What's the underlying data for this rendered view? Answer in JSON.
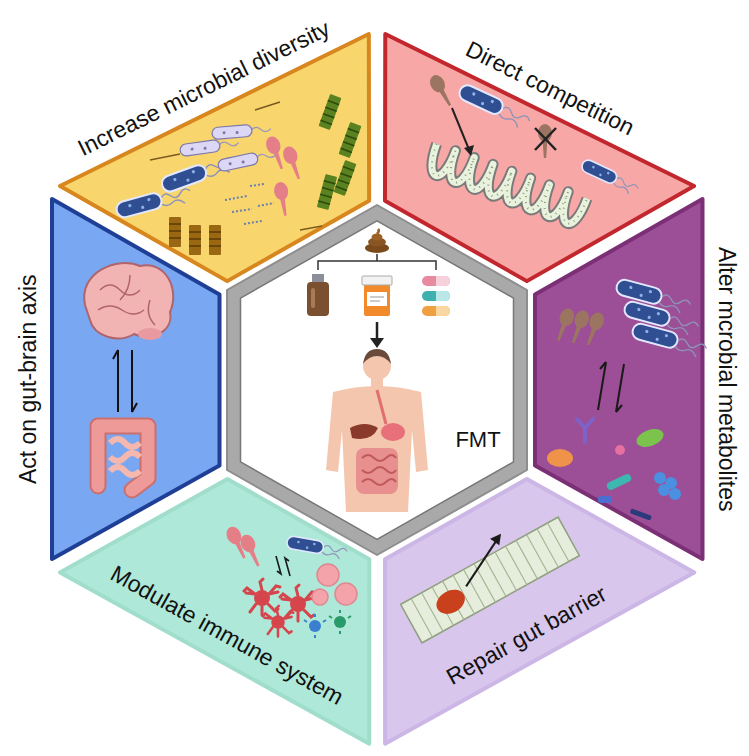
{
  "diagram": {
    "nodes": [
      {
        "text": [
          "Increase microbial diversity"
        ]
      },
      {
        "text": [
          "Direct competition"
        ]
      },
      {
        "text": [
          "Alter mcrobial metabolites"
        ]
      },
      {
        "text": [
          "Repair gut barrier"
        ]
      },
      {
        "text": [
          "Modulate immune system"
        ]
      },
      {
        "text": [
          "Act on gut-brain axis"
        ]
      },
      {
        "text": [
          "FMT"
        ]
      }
    ]
  }
}
